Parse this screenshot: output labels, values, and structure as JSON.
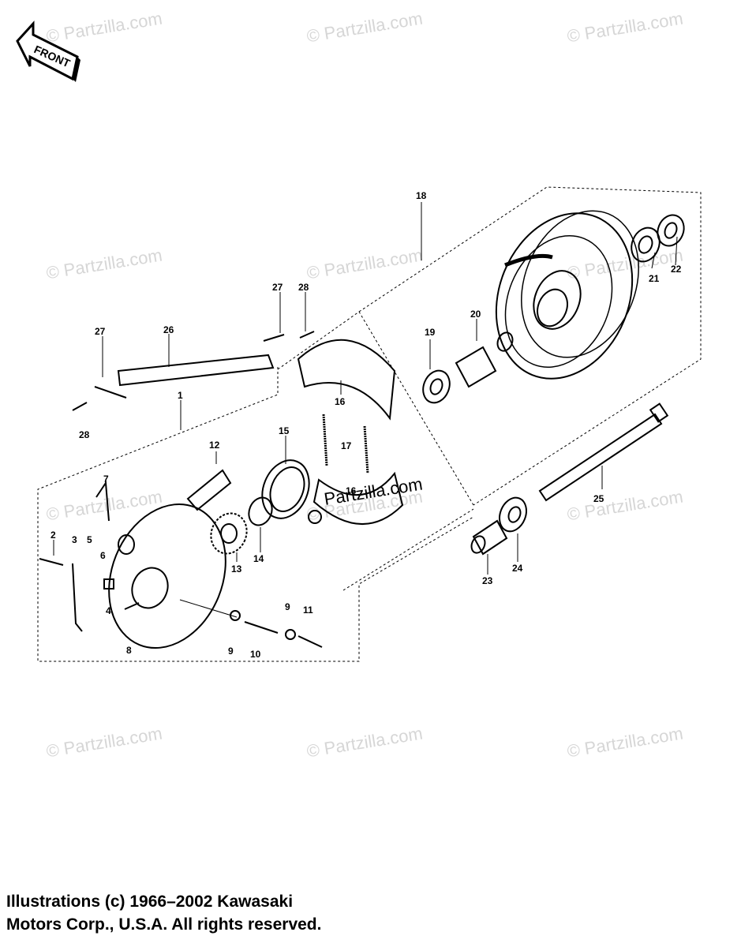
{
  "front_label": "FRONT",
  "watermarks": [
    "© Partzilla.com",
    "© Partzilla.com",
    "© Partzilla.com",
    "© Partzilla.com",
    "© Partzilla.com",
    "© Partzilla.com",
    "© Partzilla.com",
    "© Partzilla.com",
    "© Partzilla.com",
    "© Partzilla.com",
    "© Partzilla.com",
    "© Partzilla.com"
  ],
  "center_watermark": "Partzilla.com",
  "callouts": [
    "1",
    "2",
    "3",
    "4",
    "5",
    "6",
    "7",
    "8",
    "9",
    "9",
    "10",
    "11",
    "12",
    "13",
    "14",
    "15",
    "16",
    "16",
    "17",
    "18",
    "19",
    "20",
    "21",
    "22",
    "23",
    "24",
    "25",
    "26",
    "27",
    "27",
    "28",
    "28"
  ],
  "copyright": {
    "line1": "Illustrations (c) 1966–2002 Kawasaki",
    "line2": "Motors Corp., U.S.A.  All rights reserved."
  }
}
